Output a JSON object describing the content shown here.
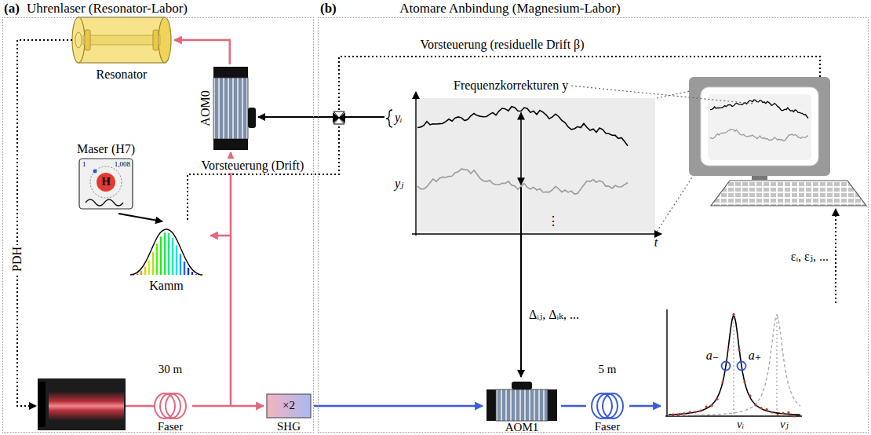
{
  "diagram": {
    "nodes": [
      {
        "text": [
          "(a)",
          "Uhrenlaser (Resonator-Labor)"
        ]
      },
      {
        "text": [
          "(b)",
          "Atomare Anbindung (Magnesium-Labor)"
        ]
      },
      {
        "text": [
          "Resonator"
        ],
        "in": 0
      },
      {
        "text": [
          "AOM0"
        ],
        "in": 0
      },
      {
        "text": [
          "Maser (H7)",
          "1",
          "1,008",
          "H"
        ],
        "in": 0
      },
      {
        "text": [
          "Kamm"
        ],
        "in": 0
      },
      {
        "text": [
          "30 m",
          "Faser"
        ],
        "in": 0
      },
      {
        "text": [
          "×2",
          "SHG"
        ],
        "in": 0
      },
      {
        "text": [
          "Frequenzkorrekturen y",
          "yᵢ",
          "yⱼ",
          "⋮",
          "t"
        ],
        "in": 1
      },
      {
        "text": [
          "AOM1"
        ],
        "in": 1
      },
      {
        "text": [
          "5 m",
          "Faser"
        ],
        "in": 1
      },
      {
        "text": [
          "a₋",
          "a₊",
          "νᵢ",
          "νⱼ"
        ],
        "in": 1
      }
    ],
    "edges": [
      {
        "from": 4,
        "to": 5,
        "arrow": "to"
      },
      {
        "from": 3,
        "to": 2,
        "arrow": "to"
      },
      {
        "from": 6,
        "to": 7,
        "arrow": "to"
      },
      {
        "from": 7,
        "to": 9,
        "arrow": "to"
      },
      {
        "from": 9,
        "to": 10,
        "arrow": "none"
      },
      {
        "from": 10,
        "to": 11,
        "arrow": "to"
      },
      {
        "from": 8,
        "to": 3,
        "arrow": "to"
      },
      {
        "from": 8,
        "to": 5,
        "label": "Vorsteuerung (Drift)",
        "arrow": "none"
      },
      {
        "from": 8,
        "to": 9,
        "label": "Δᵢⱼ, Δᵢₖ, ...",
        "arrow": "to"
      }
    ],
    "labels": [
      "PDH",
      "Vorsteuerung (residuelle Drift β)",
      "εᵢ, εⱼ, ..."
    ]
  }
}
